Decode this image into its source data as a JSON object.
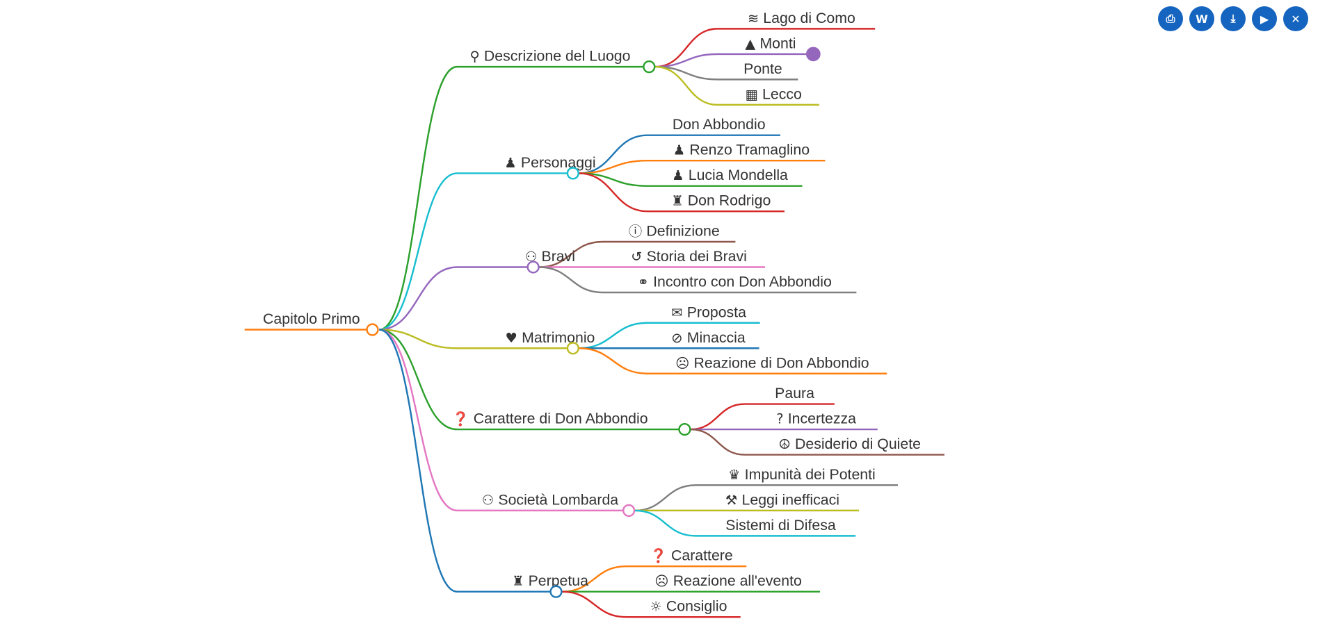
{
  "toolbar": [
    {
      "icon": "print-icon",
      "glyph": "⎙"
    },
    {
      "icon": "word-icon",
      "glyph": "W"
    },
    {
      "icon": "download-icon",
      "glyph": "⤓"
    },
    {
      "icon": "video-icon",
      "glyph": "▶"
    },
    {
      "icon": "close-icon",
      "glyph": "✕"
    }
  ],
  "root": {
    "label": "Capitolo Primo",
    "color": "#ff7f0e"
  },
  "branches": [
    {
      "label": "Descrizione del Luogo",
      "icon": "map-marker-icon",
      "glyph": "⚲",
      "color": "#2ca02c",
      "children": [
        {
          "label": "Lago di Como",
          "icon": "water-icon",
          "glyph": "≋",
          "color": "#d62728"
        },
        {
          "label": "Monti",
          "icon": "mountain-icon",
          "glyph": "▲",
          "color": "#9467bd",
          "collapsed": true
        },
        {
          "label": "Ponte",
          "color": "#7f7f7f"
        },
        {
          "label": "Lecco",
          "icon": "city-icon",
          "glyph": "▦",
          "color": "#bcbd22"
        }
      ]
    },
    {
      "label": "Personaggi",
      "icon": "user-icon",
      "glyph": "♟",
      "color": "#17becf",
      "children": [
        {
          "label": "Don Abbondio",
          "color": "#1f77b4"
        },
        {
          "label": "Renzo Tramaglino",
          "icon": "user-icon",
          "glyph": "♟",
          "color": "#ff7f0e"
        },
        {
          "label": "Lucia Mondella",
          "icon": "user-icon",
          "glyph": "♟",
          "color": "#2ca02c"
        },
        {
          "label": "Don Rodrigo",
          "icon": "user-secret-icon",
          "glyph": "♜",
          "color": "#d62728"
        }
      ]
    },
    {
      "label": "Bravi",
      "icon": "users-icon",
      "glyph": "⚇",
      "color": "#9467bd",
      "children": [
        {
          "label": "Definizione",
          "icon": "info-circle-icon",
          "glyph": "ⓘ",
          "color": "#8c564b"
        },
        {
          "label": "Storia dei Bravi",
          "icon": "history-icon",
          "glyph": "↺",
          "color": "#e377c2"
        },
        {
          "label": "Incontro con Don Abbondio",
          "icon": "handshake-icon",
          "glyph": "⚭",
          "color": "#7f7f7f"
        }
      ]
    },
    {
      "label": "Matrimonio",
      "icon": "heart-icon",
      "glyph": "♥",
      "color": "#bcbd22",
      "children": [
        {
          "label": "Proposta",
          "icon": "envelope-icon",
          "glyph": "✉",
          "color": "#17becf"
        },
        {
          "label": "Minaccia",
          "icon": "ban-icon",
          "glyph": "⊘",
          "color": "#1f77b4"
        },
        {
          "label": "Reazione di Don Abbondio",
          "icon": "frown-icon",
          "glyph": "☹",
          "color": "#ff7f0e"
        }
      ]
    },
    {
      "label": "Carattere di Don Abbondio",
      "icon": "question-circle-icon",
      "glyph": "❓",
      "color": "#2ca02c",
      "children": [
        {
          "label": "Paura",
          "color": "#d62728"
        },
        {
          "label": "Incertezza",
          "icon": "question-icon",
          "glyph": "?",
          "color": "#9467bd"
        },
        {
          "label": "Desiderio di Quiete",
          "icon": "peace-icon",
          "glyph": "☮",
          "color": "#8c564b"
        }
      ]
    },
    {
      "label": "Società Lombarda",
      "icon": "users-icon",
      "glyph": "⚇",
      "color": "#e377c2",
      "children": [
        {
          "label": "Impunità dei Potenti",
          "icon": "crown-icon",
          "glyph": "♛",
          "color": "#7f7f7f"
        },
        {
          "label": "Leggi inefficaci",
          "icon": "gavel-icon",
          "glyph": "⚒",
          "color": "#bcbd22"
        },
        {
          "label": "Sistemi di Difesa",
          "color": "#17becf"
        }
      ]
    },
    {
      "label": "Perpetua",
      "icon": "user-secret-icon",
      "glyph": "♜",
      "color": "#1f77b4",
      "children": [
        {
          "label": "Carattere",
          "icon": "question-circle-icon",
          "glyph": "❓",
          "color": "#ff7f0e"
        },
        {
          "label": "Reazione all'evento",
          "icon": "frown-icon",
          "glyph": "☹",
          "color": "#2ca02c"
        },
        {
          "label": "Consiglio",
          "icon": "lightbulb-icon",
          "glyph": "☼",
          "color": "#d62728"
        }
      ]
    }
  ]
}
